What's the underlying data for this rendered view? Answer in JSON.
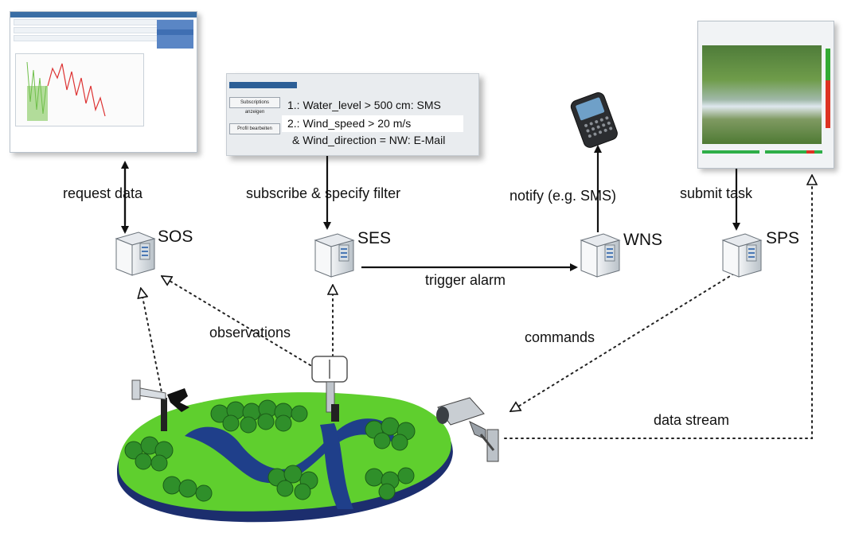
{
  "services": {
    "sos": "SOS",
    "ses": "SES",
    "wns": "WNS",
    "sps": "SPS"
  },
  "edges": {
    "request_data": "request  data",
    "subscribe_filter": "subscribe  & specify filter",
    "notify": "notify (e.g. SMS)",
    "submit_task": "submit  task",
    "trigger_alarm": "trigger alarm",
    "observations": "observations",
    "commands": "commands",
    "data_stream": "data stream"
  },
  "ses_screenshot": {
    "button_1": "Subscriptions anzeigen",
    "button_2": "Profil bearbeiten",
    "rule_1": "1.: Water_level > 500 cm: SMS",
    "rule_2": "2.: Wind_speed > 20 m/s",
    "rule_3": "& Wind_direction = NW:  E-Mail"
  },
  "colors": {
    "arrow": "#111111",
    "river": "#1f3f8a",
    "grass": "#5fcf2e",
    "island_edge": "#1c2e6e",
    "tree": "#2f8f2a"
  }
}
